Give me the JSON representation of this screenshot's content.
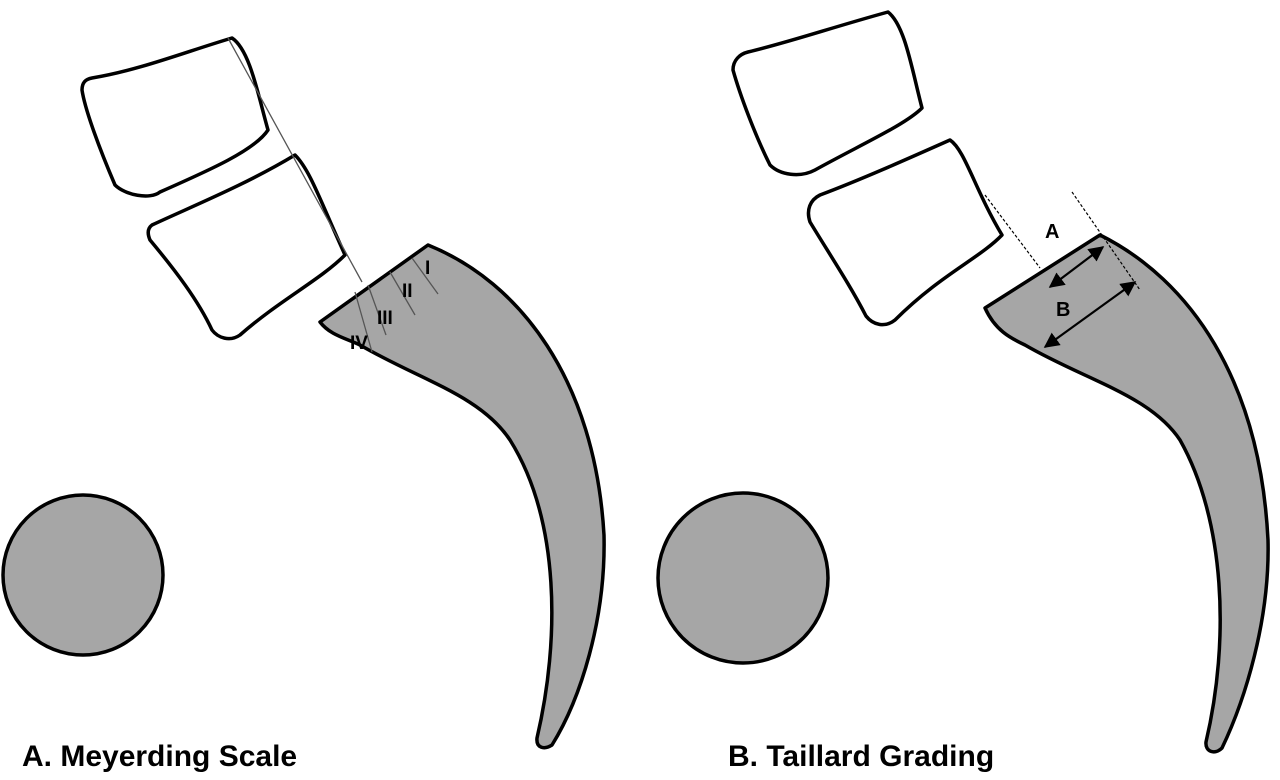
{
  "panel_a": {
    "caption": "A. Meyerding Scale",
    "grades": [
      "I",
      "II",
      "III",
      "IV"
    ]
  },
  "panel_b": {
    "caption": "B. Taillard Grading",
    "label_a": "A",
    "label_b": "B"
  },
  "colors": {
    "fill_gray": "#a6a6a6",
    "outline": "#000000",
    "background": "#ffffff"
  }
}
